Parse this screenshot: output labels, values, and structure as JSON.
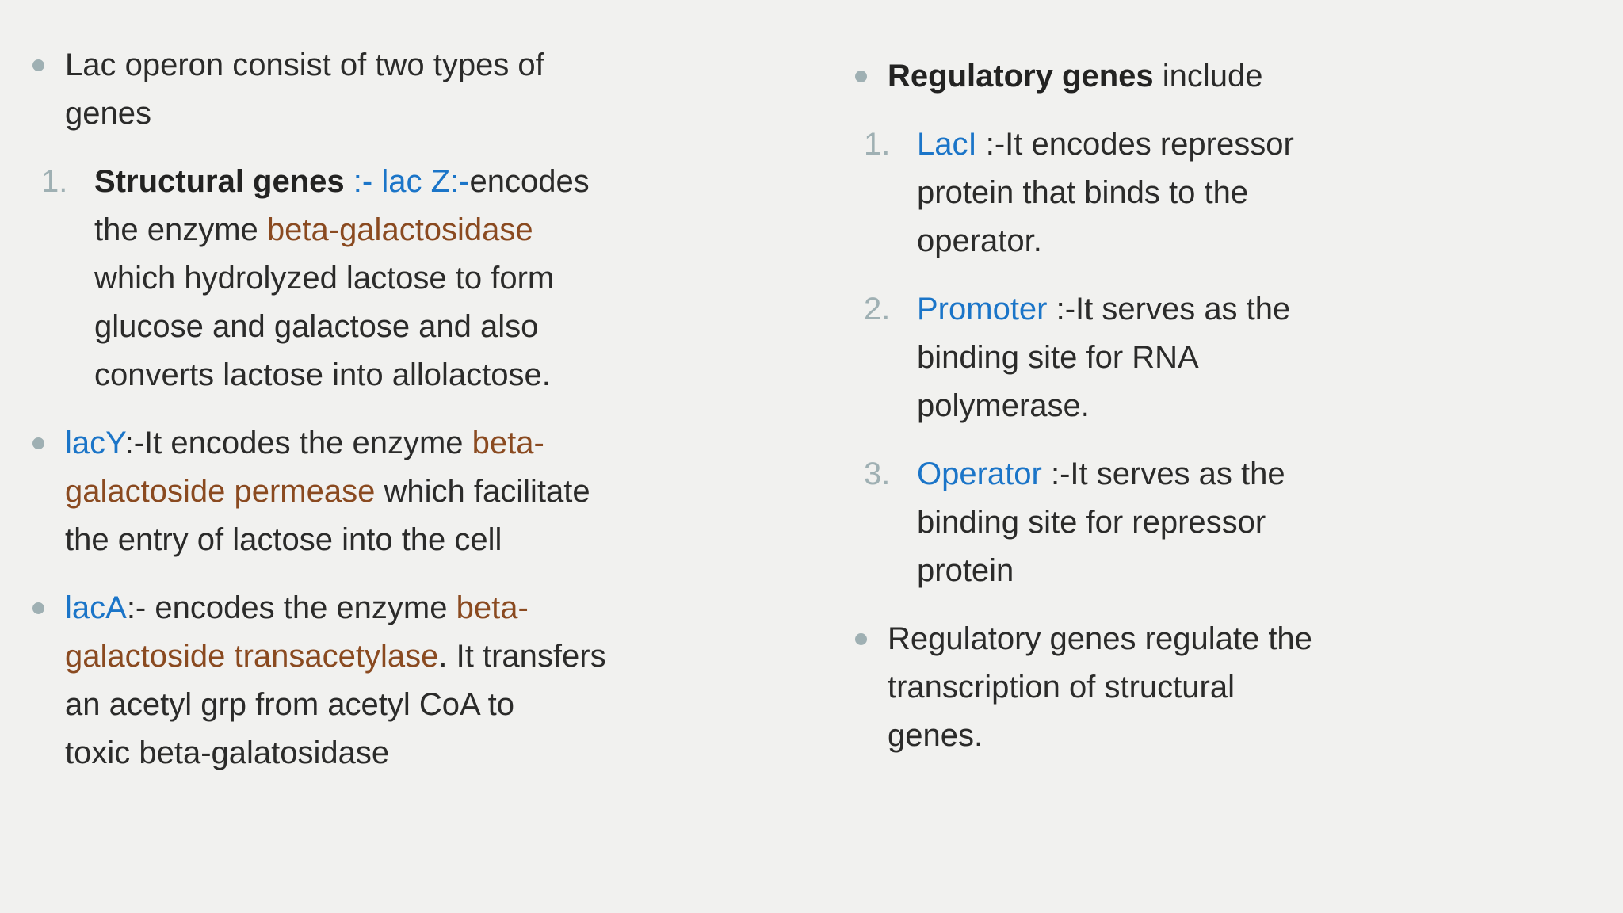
{
  "colors": {
    "background": "#f1f1ef",
    "text": "#2b2b2a",
    "blue": "#1b75c8",
    "brown": "#8a4a20",
    "marker": "#9fb0b3"
  },
  "slide": {
    "columns": [
      {
        "name": "left",
        "blocks": [
          {
            "type": "bullet",
            "lines": [
              {
                "runs": [
                  {
                    "t": "Lac operon consist of two types of"
                  }
                ]
              },
              {
                "runs": [
                  {
                    "t": "genes"
                  }
                ]
              }
            ]
          },
          {
            "type": "number",
            "marker": "1.",
            "lines": [
              {
                "runs": [
                  {
                    "t": "Structural genes",
                    "b": true
                  },
                  {
                    "t": " "
                  },
                  {
                    "t": ":- lac Z:-",
                    "c": "blue"
                  },
                  {
                    "t": "encodes"
                  }
                ]
              },
              {
                "runs": [
                  {
                    "t": "the enzyme "
                  },
                  {
                    "t": "beta-galactosidase",
                    "c": "brown"
                  }
                ]
              },
              {
                "runs": [
                  {
                    "t": "which hydrolyzed lactose to form"
                  }
                ]
              },
              {
                "runs": [
                  {
                    "t": "glucose and galactose and also"
                  }
                ]
              },
              {
                "runs": [
                  {
                    "t": "converts lactose into allolactose."
                  }
                ]
              }
            ]
          },
          {
            "type": "bullet",
            "lines": [
              {
                "runs": [
                  {
                    "t": "lacY",
                    "c": "blue"
                  },
                  {
                    "t": ":-It encodes the enzyme "
                  },
                  {
                    "t": "beta-",
                    "c": "brown"
                  }
                ]
              },
              {
                "runs": [
                  {
                    "t": "galactoside permease",
                    "c": "brown"
                  },
                  {
                    "t": " which facilitate"
                  }
                ]
              },
              {
                "runs": [
                  {
                    "t": "the entry of lactose into the cell"
                  }
                ]
              }
            ]
          },
          {
            "type": "bullet",
            "lines": [
              {
                "runs": [
                  {
                    "t": "lacA",
                    "c": "blue"
                  },
                  {
                    "t": ":- encodes the enzyme "
                  },
                  {
                    "t": "beta-",
                    "c": "brown"
                  }
                ]
              },
              {
                "runs": [
                  {
                    "t": "galactoside transacetylase",
                    "c": "brown"
                  },
                  {
                    "t": ". It transfers"
                  }
                ]
              },
              {
                "runs": [
                  {
                    "t": "an acetyl grp from acetyl CoA to"
                  }
                ]
              },
              {
                "runs": [
                  {
                    "t": "toxic beta-galatosidase"
                  }
                ]
              }
            ]
          }
        ]
      },
      {
        "name": "right",
        "blocks": [
          {
            "type": "bullet",
            "lines": [
              {
                "runs": [
                  {
                    "t": "Regulatory genes",
                    "b": true
                  },
                  {
                    "t": " include"
                  }
                ]
              }
            ]
          },
          {
            "type": "number",
            "marker": "1.",
            "lines": [
              {
                "runs": [
                  {
                    "t": "LacI",
                    "c": "blue"
                  },
                  {
                    "t": " :-It encodes repressor"
                  }
                ]
              },
              {
                "runs": [
                  {
                    "t": "protein that binds to the"
                  }
                ]
              },
              {
                "runs": [
                  {
                    "t": "operator."
                  }
                ]
              }
            ]
          },
          {
            "type": "number",
            "marker": "2.",
            "lines": [
              {
                "runs": [
                  {
                    "t": "Promoter",
                    "c": "blue"
                  },
                  {
                    "t": " :-It serves as the"
                  }
                ]
              },
              {
                "runs": [
                  {
                    "t": "binding site for RNA"
                  }
                ]
              },
              {
                "runs": [
                  {
                    "t": "polymerase."
                  }
                ]
              }
            ]
          },
          {
            "type": "number",
            "marker": "3.",
            "lines": [
              {
                "runs": [
                  {
                    "t": "Operator",
                    "c": "blue"
                  },
                  {
                    "t": " :-It serves as the"
                  }
                ]
              },
              {
                "runs": [
                  {
                    "t": "binding site for repressor"
                  }
                ]
              },
              {
                "runs": [
                  {
                    "t": "protein"
                  }
                ]
              }
            ]
          },
          {
            "type": "bullet",
            "lines": [
              {
                "runs": [
                  {
                    "t": "Regulatory genes regulate the"
                  }
                ]
              },
              {
                "runs": [
                  {
                    "t": "transcription of structural"
                  }
                ]
              },
              {
                "runs": [
                  {
                    "t": "genes."
                  }
                ]
              }
            ]
          }
        ]
      }
    ]
  }
}
